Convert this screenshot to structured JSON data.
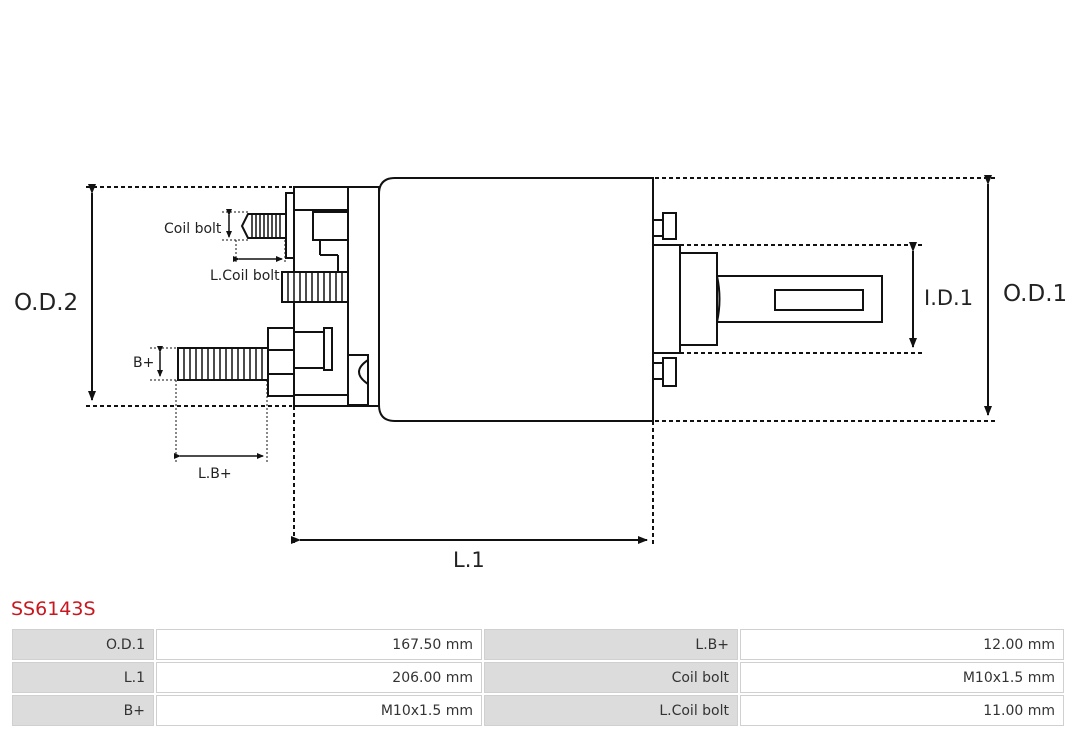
{
  "diagram": {
    "labels": {
      "od2": "O.D.2",
      "od1": "O.D.1",
      "id1": "I.D.1",
      "l1": "L.1",
      "lbplus": "L.B+",
      "bplus": "B+",
      "coil_bolt": "Coil bolt",
      "l_coil_bolt": "L.Coil bolt"
    }
  },
  "product": {
    "code": "SS6143S"
  },
  "specs": {
    "rows": [
      {
        "k1": "O.D.1",
        "v1": "167.50 mm",
        "k2": "L.B+",
        "v2": "12.00 mm"
      },
      {
        "k1": "L.1",
        "v1": "206.00 mm",
        "k2": "Coil bolt",
        "v2": "M10x1.5 mm"
      },
      {
        "k1": "B+",
        "v1": "M10x1.5 mm",
        "k2": "L.Coil bolt",
        "v2": "11.00 mm"
      }
    ]
  }
}
